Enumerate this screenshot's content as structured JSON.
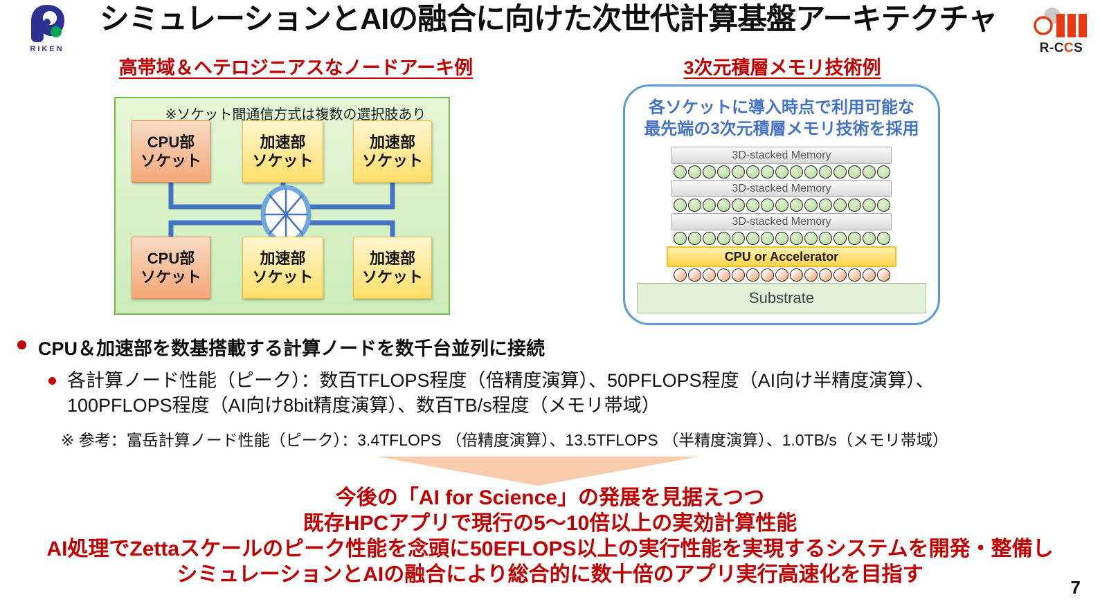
{
  "slide": {
    "title": "シミュレーションとAIの融合に向けた次世代計算基盤アーキテクチャ",
    "page_number": "7"
  },
  "logos": {
    "riken_label": "RIKEN",
    "rccs_part1": "R-C",
    "rccs_part2": "C",
    "rccs_part3": "S"
  },
  "left_panel": {
    "heading": "高帯域＆ヘテロジニアスなノードアーキ例",
    "note": "※ソケット間通信方式は複数の選択肢あり",
    "row1": [
      {
        "label": "CPU部\nソケット"
      },
      {
        "label": "加速部\nソケット"
      },
      {
        "label": "加速部\nソケット"
      }
    ],
    "row2": [
      {
        "label": "CPU部\nソケット"
      },
      {
        "label": "加速部\nソケット"
      },
      {
        "label": "加速部\nソケット"
      }
    ]
  },
  "right_panel": {
    "heading": "3次元積層メモリ技術例",
    "caption": "各ソケットに導入時点で利用可能な\n最先端の3次元積層メモリ技術を採用",
    "memory_label": "3D-stacked Memory",
    "cpu_label": "CPU or Accelerator",
    "substrate_label": "Substrate",
    "memory_layers": 3,
    "bumps_per_row": 15
  },
  "bullets": {
    "main": "CPU＆加速部を数基搭載する計算ノードを数千台並列に接続",
    "sub": "各計算ノード性能（ピーク）：数百TFLOPS程度（倍精度演算）、50PFLOPS程度（AI向け半精度演算）、\n100PFLOPS程度（AI向け8bit精度演算）、数百TB/s程度（メモリ帯域）",
    "reference": "※ 参考：富岳計算ノード性能（ピーク）：3.4TFLOPS （倍精度演算）、13.5TFLOPS （半精度演算）、1.0TB/s（メモリ帯域）"
  },
  "conclusion": {
    "lines": [
      "今後の「AI for Science」の発展を見据えつつ",
      "既存HPCアプリで現行の5～10倍以上の実効計算性能",
      "AI処理でZettaスケールのピーク性能を念頭に50EFLOPS以上の実行性能を実現するシステムを開発・整備し",
      "シミュレーションとAIの融合により総合的に数十倍のアプリ実行高速化を目指す"
    ]
  },
  "colors": {
    "accent_red": "#C00000",
    "accent_blue": "#4472C4",
    "panel_border_blue": "#5B9BD5",
    "node_panel_border_green": "#74B84E",
    "arrow_peach": "#F8CBAD"
  }
}
